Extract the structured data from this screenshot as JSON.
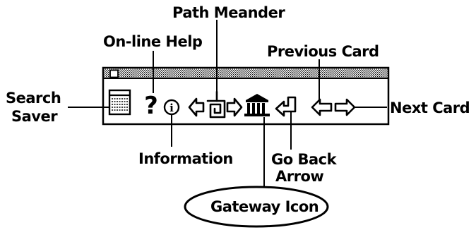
{
  "labels": {
    "path_meander": "Path Meander",
    "online_help": "On-line Help",
    "previous_card": "Previous Card",
    "search_saver_line1": "Search",
    "search_saver_line2": "Saver",
    "next_card": "Next Card",
    "information": "Information",
    "go_back_arrow_line1": "Go Back",
    "go_back_arrow_line2": "Arrow",
    "gateway_icon": "Gateway Icon"
  },
  "toolbar": {
    "help_glyph": "?",
    "info_glyph": "i"
  },
  "icons": [
    "search-saver-icon",
    "online-help-icon",
    "information-icon",
    "path-meander-icon",
    "gateway-icon",
    "go-back-arrow-icon",
    "previous-card-icon",
    "next-card-icon"
  ]
}
